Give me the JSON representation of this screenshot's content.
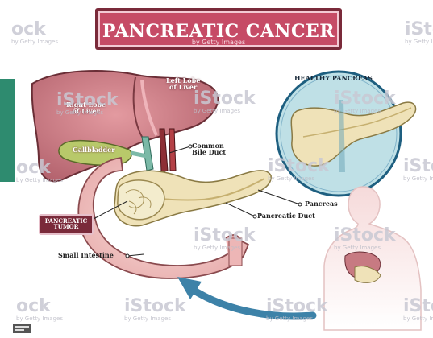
{
  "title": "PANCREATIC CANCER",
  "title_sub": "by Getty Images",
  "watermark_text": "iStock",
  "watermark_sub": "by Getty Images",
  "partial_watermark": "ock",
  "labels": {
    "healthy_pancreas": "HEALTHY PANCREAS",
    "left_lobe": "Left Lobe\nof Liver",
    "right_lobe": "Right Lobe\nof Liver",
    "gallbladder": "Gallbladder",
    "common_bile_duct": "Common\nBile Duct",
    "pancreas": "Pancreas",
    "pancreatic_duct": "Pancreatic Duct",
    "pancreatic_tumor": "PANCREATIC\nTUMOR",
    "small_intestine": "Small Intestine"
  },
  "colors": {
    "title_dark": "#7a2a3a",
    "title_light": "#c64b66",
    "liver": "#c77a82",
    "pancreas": "#efe2b8",
    "intestine": "#f0c7c5",
    "gallbladder": "#b8c96a",
    "bile_duct": "#7bb9a7",
    "circle_fill": "#bfe0e6",
    "arrow": "#3d82a8",
    "accent_green": "#2e8b6f"
  }
}
